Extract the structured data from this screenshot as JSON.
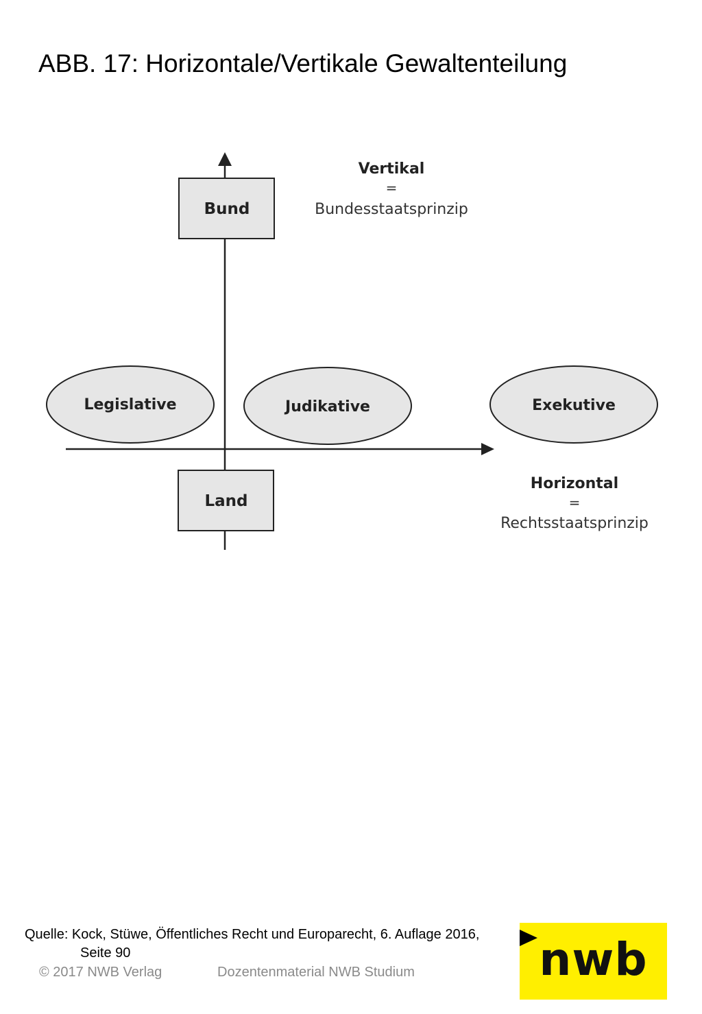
{
  "title": "ABB. 17: Horizontale/Vertikale Gewaltenteilung",
  "diagram": {
    "boxes": {
      "top": "Bund",
      "bottom": "Land"
    },
    "ellipses": [
      "Legislative",
      "Judikative",
      "Exekutive"
    ],
    "vertical_label": {
      "heading": "Vertikal",
      "equals": "=",
      "principle": "Bundesstaatsprinzip"
    },
    "horizontal_label": {
      "heading": "Horizontal",
      "equals": "=",
      "principle": "Rechtsstaatsprinzip"
    }
  },
  "source": {
    "line1": "Quelle: Kock, Stüwe, Öffentliches Recht und Europarecht, 6. Auflage 2016,",
    "line2": "Seite 90"
  },
  "footer": {
    "copyright": "© 2017 NWB Verlag",
    "material": "Dozentenmaterial NWB Studium"
  },
  "logo": {
    "text": "nwb",
    "color": "#ffef00"
  },
  "colors": {
    "shape_fill": "#e6e6e6",
    "stroke": "#222222"
  }
}
